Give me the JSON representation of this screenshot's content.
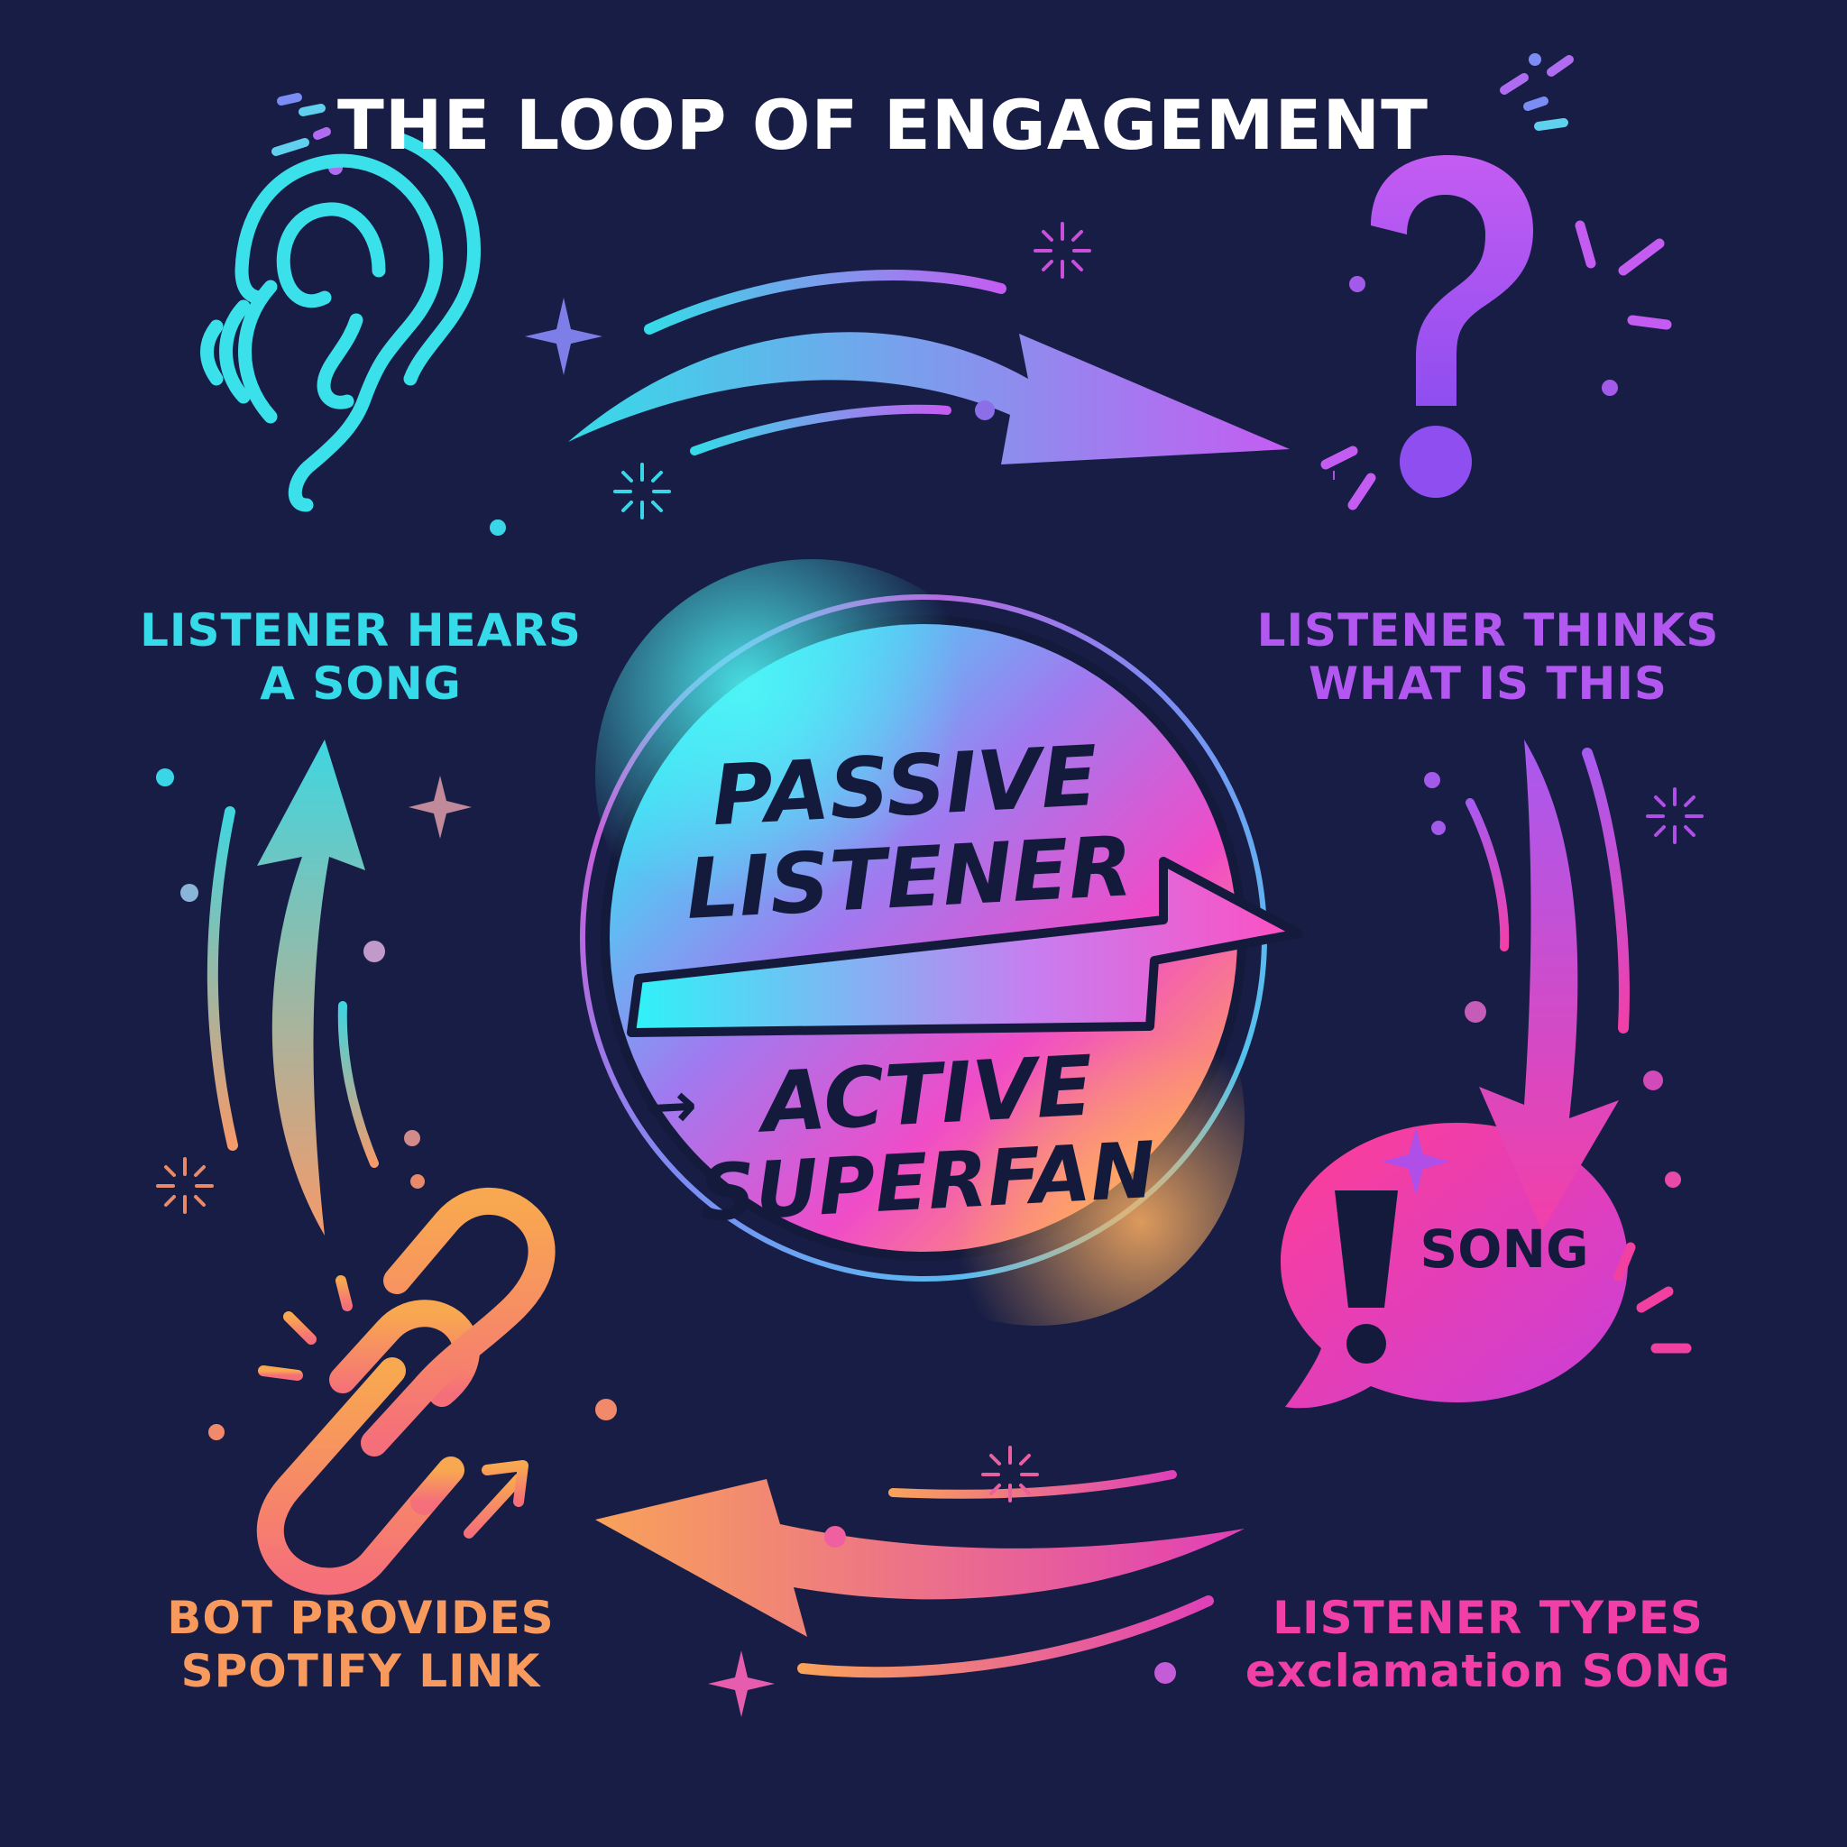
{
  "title": "THE LOOP OF ENGAGEMENT",
  "center": {
    "from_line1": "PASSIVE",
    "from_line2": "LISTENER",
    "to_arrow": "→",
    "to_line1": "ACTIVE",
    "to_line2": "SUPERFAN"
  },
  "steps": [
    {
      "line1": "LISTENER HEARS",
      "line2": "A SONG",
      "icon": "ear-icon",
      "color": "#35dbe8"
    },
    {
      "line1": "LISTENER THINKS",
      "line2": "WHAT IS THIS",
      "icon": "question-mark-icon",
      "color": "#b257f0"
    },
    {
      "line1": "LISTENER TYPES",
      "line2": "exclamation SONG",
      "icon": "speech-bubble-icon",
      "color": "#f23fa8"
    },
    {
      "line1": "BOT PROVIDES",
      "line2": "SPOTIFY LINK",
      "icon": "chain-link-icon",
      "color": "#f89a5e"
    }
  ],
  "bubble": {
    "mark": "!",
    "text": "SONG"
  },
  "colors": {
    "background": "#171d45",
    "cyan": "#35dbe8",
    "purple": "#b257f0",
    "pink": "#f23fa8",
    "orange": "#f89a5e"
  }
}
